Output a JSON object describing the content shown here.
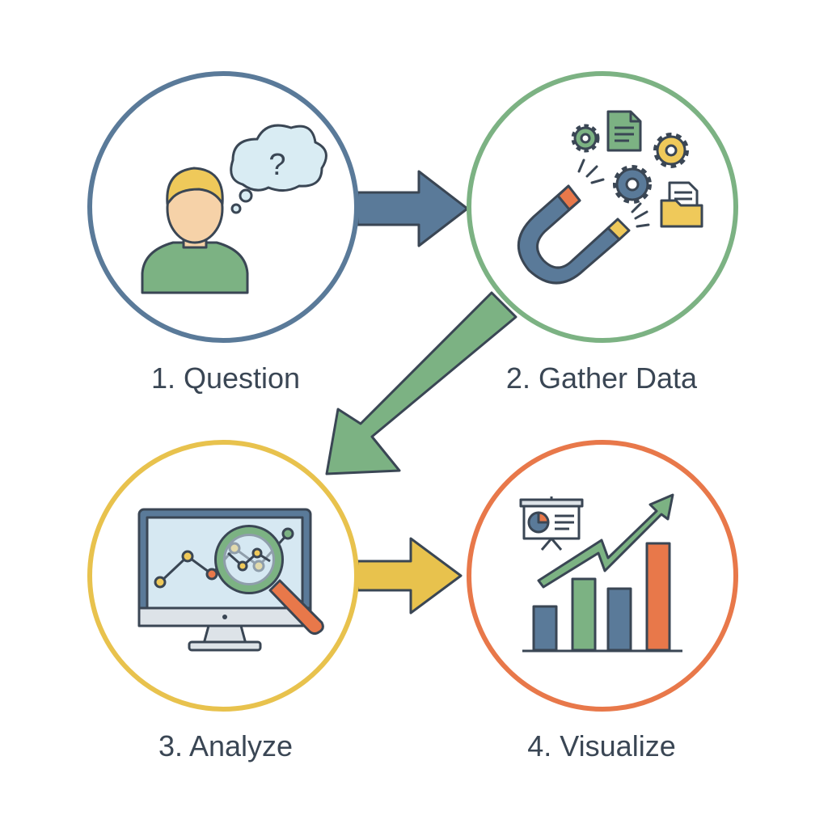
{
  "steps": [
    {
      "label": "1. Question",
      "color": "#5a7a99"
    },
    {
      "label": "2. Gather Data",
      "color": "#7cb283"
    },
    {
      "label": "3. Analyze",
      "color": "#e8c24d"
    },
    {
      "label": "4. Visualize",
      "color": "#e8784a"
    }
  ],
  "question_bubble": {
    "glyph": "?"
  },
  "colors": {
    "outline": "#3a4654",
    "blue": "#5a7a99",
    "green": "#7cb283",
    "yellow": "#e8c24d",
    "orange": "#e8784a",
    "skin": "#f6d2a8",
    "hair": "#efc95a",
    "bubble": "#d9ecf3",
    "screen": "#d6e8f2"
  }
}
